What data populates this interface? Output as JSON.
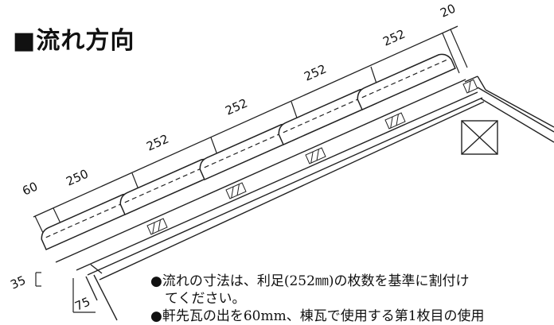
{
  "title": "■流れ方向",
  "dimensions": {
    "top_segments": [
      "60",
      "250",
      "252",
      "252",
      "252",
      "252",
      "20"
    ],
    "left_vertical": "35",
    "bottom_horizontal": "75"
  },
  "notes": {
    "line1": "●流れの寸法は、利足(252㎜)の枚数を基準に割付け",
    "line2": "てください。",
    "line3_partial": "●軒先瓦の出を60mm、棟瓦で使用する第1枚目の使用"
  }
}
